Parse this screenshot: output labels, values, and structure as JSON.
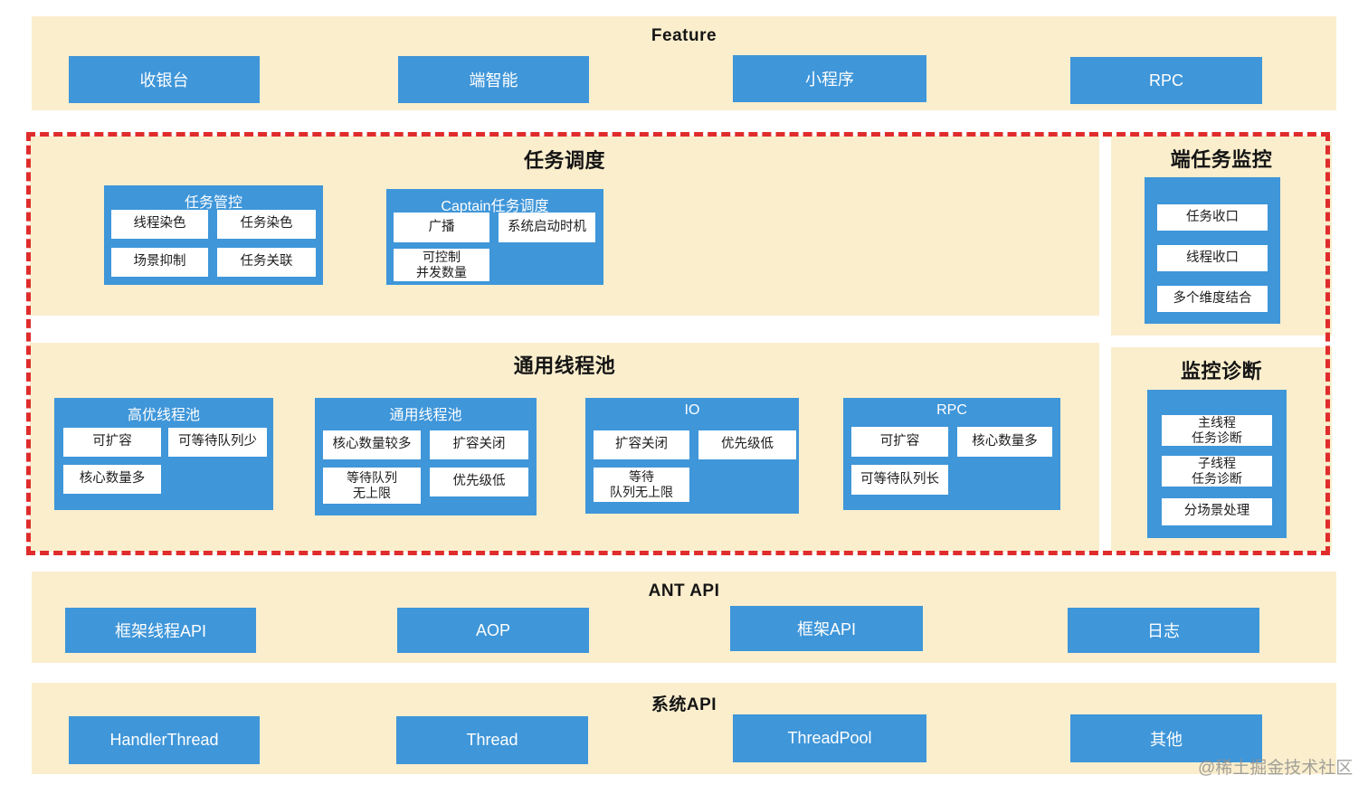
{
  "colors": {
    "panel_bg": "#faeecd",
    "box_blue": "#3f96d9",
    "dash_red": "#e02c2c",
    "chip_bg": "#ffffff"
  },
  "watermark": "@稀土掘金技术社区",
  "feature": {
    "title": "Feature",
    "items": [
      "收银台",
      "端智能",
      "小程序",
      "RPC"
    ]
  },
  "task_scheduling": {
    "title": "任务调度",
    "groups": [
      {
        "title": "任务管控",
        "chips": [
          "线程染色",
          "任务染色",
          "场景抑制",
          "任务关联"
        ]
      },
      {
        "title": "Captain任务调度",
        "chips": [
          "广播",
          "系统启动时机",
          "可控制\n并发数量"
        ]
      }
    ]
  },
  "edge_task_monitor": {
    "title": "端任务监控",
    "chips": [
      "任务收口",
      "线程收口",
      "多个维度结合"
    ]
  },
  "common_thread_pool": {
    "title": "通用线程池",
    "groups": [
      {
        "title": "高优线程池",
        "chips": [
          "可扩容",
          "可等待队列少",
          "核心数量多"
        ]
      },
      {
        "title": "通用线程池",
        "chips": [
          "核心数量较多",
          "扩容关闭",
          "等待队列\n无上限",
          "优先级低"
        ]
      },
      {
        "title": "IO",
        "chips": [
          "扩容关闭",
          "优先级低",
          "等待\n队列无上限"
        ]
      },
      {
        "title": "RPC",
        "chips": [
          "可扩容",
          "核心数量多",
          "可等待队列长"
        ]
      }
    ]
  },
  "monitor_diagnosis": {
    "title": "监控诊断",
    "chips": [
      "主线程\n任务诊断",
      "子线程\n任务诊断",
      "分场景处理"
    ]
  },
  "ant_api": {
    "title": "ANT API",
    "items": [
      "框架线程API",
      "AOP",
      "框架API",
      "日志"
    ]
  },
  "sys_api": {
    "title": "系统API",
    "items": [
      "HandlerThread",
      "Thread",
      "ThreadPool",
      "其他"
    ]
  }
}
